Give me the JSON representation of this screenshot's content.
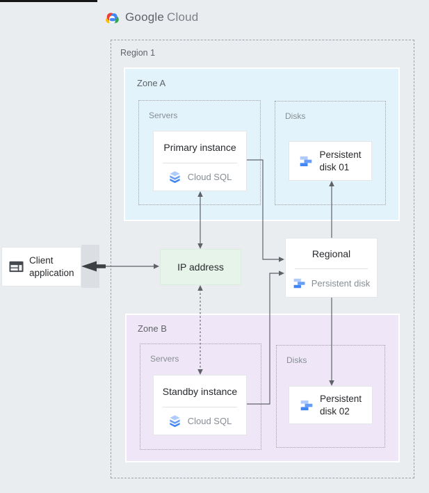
{
  "logo": {
    "google": "Google",
    "cloud": "Cloud"
  },
  "region1": {
    "label": "Region 1"
  },
  "zoneA": {
    "label": "Zone A",
    "servers": {
      "label": "Servers",
      "instance": {
        "title": "Primary instance",
        "service": "Cloud SQL"
      }
    },
    "disks": {
      "label": "Disks",
      "disk": {
        "line1": "Persistent",
        "line2": "disk 01"
      }
    }
  },
  "zoneB": {
    "label": "Zone B",
    "servers": {
      "label": "Servers",
      "instance": {
        "title": "Standby instance",
        "service": "Cloud SQL"
      }
    },
    "disks": {
      "label": "Disks",
      "disk": {
        "line1": "Persistent",
        "line2": "disk 02"
      }
    }
  },
  "client": {
    "line1": "Client",
    "line2": "application"
  },
  "ip": {
    "label": "IP address"
  },
  "regional": {
    "title": "Regional",
    "subtitle": "Persistent disk"
  },
  "colors": {
    "background": "#e9edf0",
    "zone_a_bg": "#e2f3fc",
    "zone_b_bg": "#efe7f7",
    "ip_bg": "#e6f4ea",
    "blue_dark": "#4285f4",
    "blue_mid": "#669df6",
    "blue_light": "#aecbfa",
    "arrow": "#5f6368"
  }
}
